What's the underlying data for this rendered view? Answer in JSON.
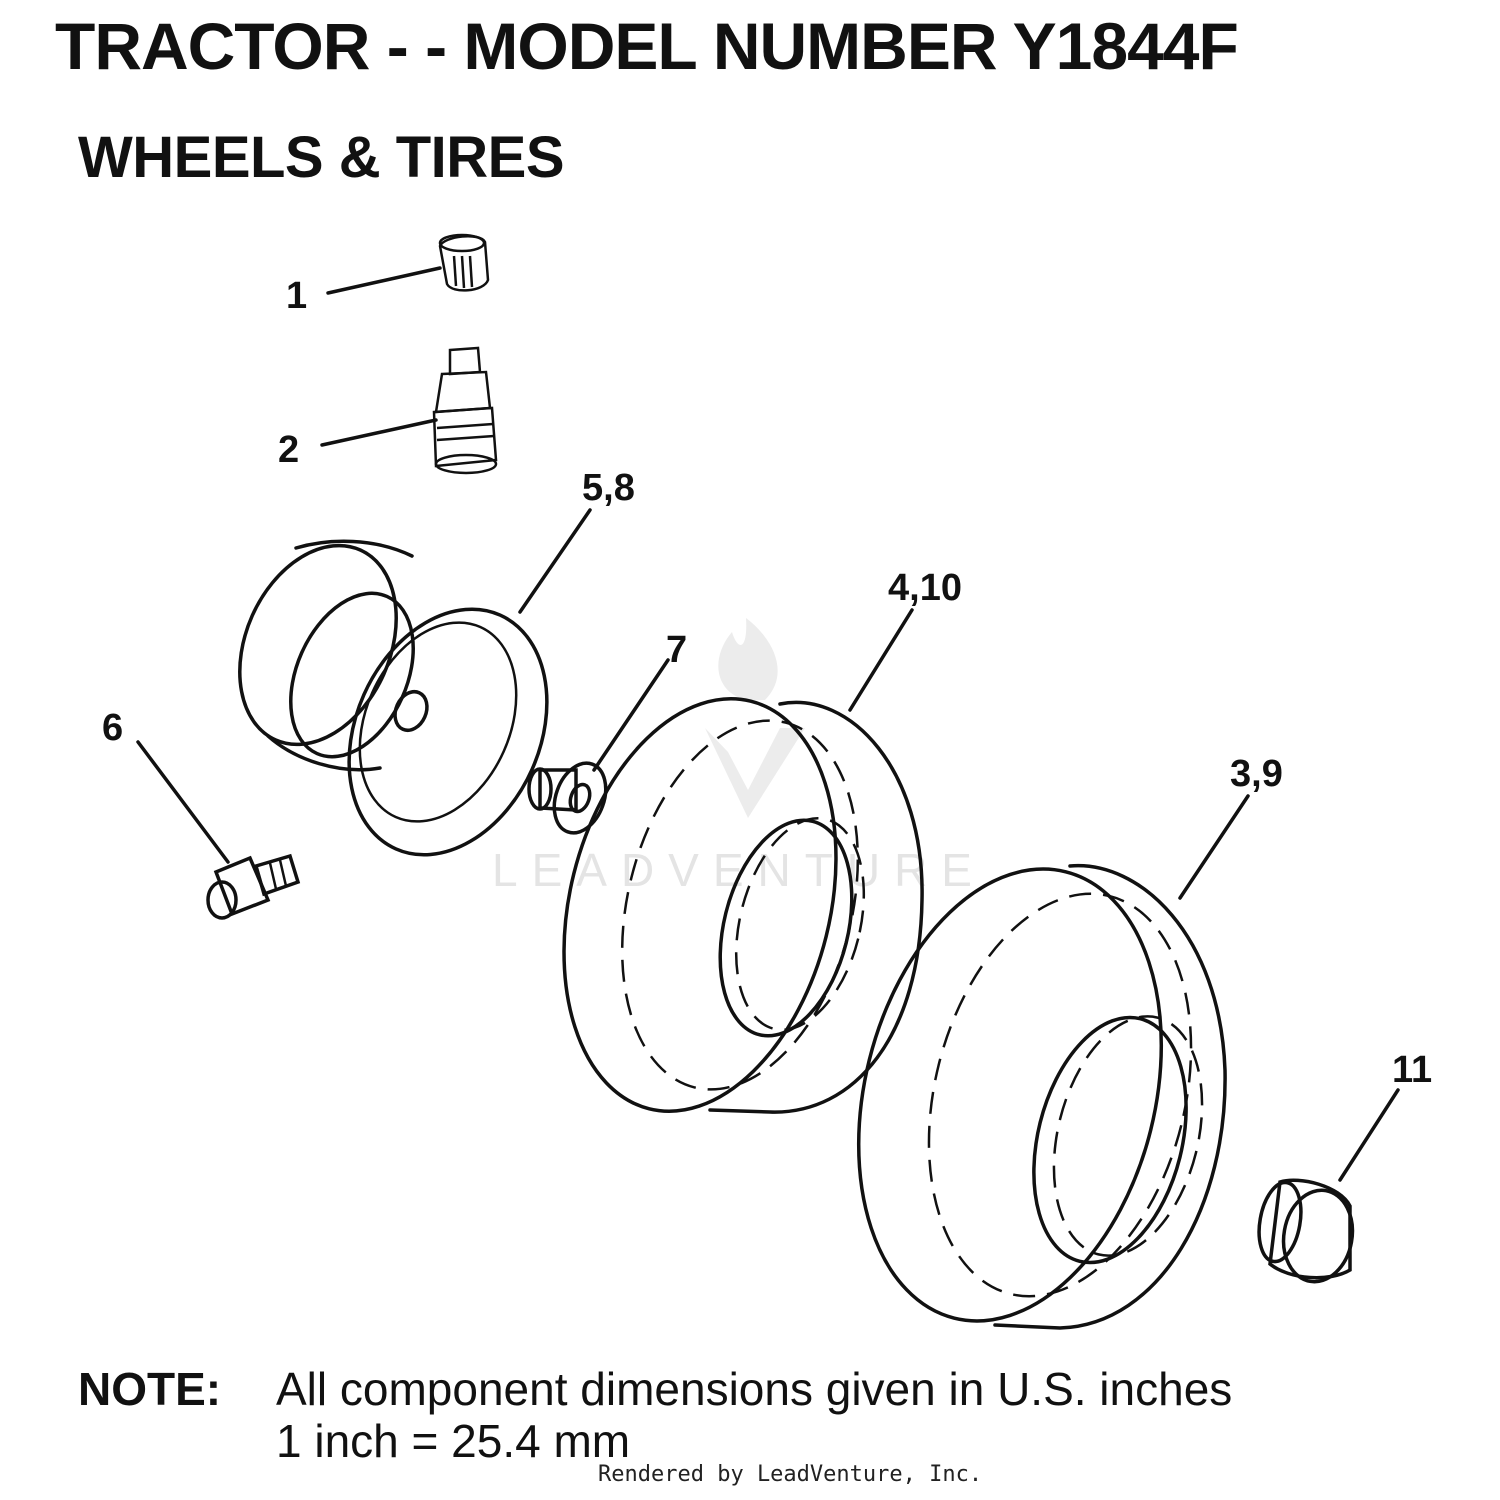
{
  "header": {
    "title": "TRACTOR - - MODEL NUMBER Y1844F",
    "subtitle": "WHEELS & TIRES"
  },
  "callouts": [
    {
      "label": "1",
      "part": "valve-cap"
    },
    {
      "label": "2",
      "part": "valve-stem"
    },
    {
      "label": "5,8",
      "part": "wheel-rim"
    },
    {
      "label": "6",
      "part": "grease-fitting"
    },
    {
      "label": "7",
      "part": "bushing"
    },
    {
      "label": "4,10",
      "part": "tire"
    },
    {
      "label": "3,9",
      "part": "tire"
    },
    {
      "label": "11",
      "part": "tube-cap"
    }
  ],
  "watermark": {
    "text": "LEADVENTURE"
  },
  "note": {
    "label": "NOTE:",
    "line1": "All component dimensions given in U.S. inches",
    "line2": "1 inch = 25.4 mm"
  },
  "footer": {
    "rendered_by": "Rendered by LeadVenture, Inc."
  }
}
